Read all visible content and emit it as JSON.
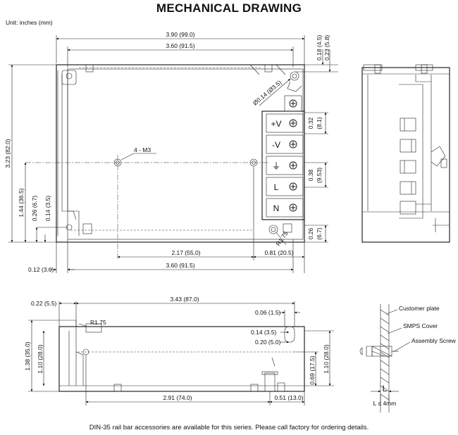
{
  "title": "MECHANICAL DRAWING",
  "unit_label": "Unit: inches (mm)",
  "footer_note": "DIN-35 rail bar accessories are available for this series. Please call factory for ordering details.",
  "top_view": {
    "dims": {
      "overall_width": "3.90 (99.0)",
      "inner_width": "3.60 (91.5)",
      "top_offset_a": "0.18 (4.5)",
      "top_offset_b": "0.23 (5.8)",
      "hole_dia": "Ø0.14 (Ø3.5)",
      "height": "3.23 (82.0)",
      "hole_y": "1.44 (36.5)",
      "left_a": "0.26 (6.7)",
      "left_b": "0.14 (3.5)",
      "term_pitch_a": "0.32",
      "term_pitch_a_mm": "(8.1)",
      "term_pitch_b": "0.38",
      "term_pitch_b_mm": "(9.53)",
      "bottom_right": "0.26",
      "bottom_right_mm": "(6.7)",
      "hole_x": "2.17 (55.0)",
      "right_x": "0.81 (20.5)",
      "bottom_width": "3.60 (91.5)",
      "left_offset": "0.12 (3.0)",
      "radius": "R1.75"
    },
    "mount_label": "4 - M3",
    "terminals": [
      "+V",
      "-V",
      "⏚",
      "L",
      "N"
    ]
  },
  "front_view": {
    "dims": {
      "left_top": "0.22 (5.5)",
      "width": "3.43 (87.0)",
      "slot_w": "0.06 (1.5)",
      "radius": "R1.75",
      "slot_a": "0.14 (3.5)",
      "slot_b": "0.20 (5.0)",
      "height_total": "1.38 (35.0)",
      "height_inner": "1.10 (28.0)",
      "right_height": "1.10 (28.0)",
      "right_mid": "0.69 (17.5)",
      "bottom_width": "2.91 (74.0)",
      "bottom_right": "0.51 (13.0)"
    }
  },
  "detail": {
    "customer_plate": "Customer plate",
    "smps_cover": "SMPS Cover",
    "assembly_screw": "Assembly Screw",
    "l_label": "L",
    "constraint": "L ≤ 4mm"
  }
}
